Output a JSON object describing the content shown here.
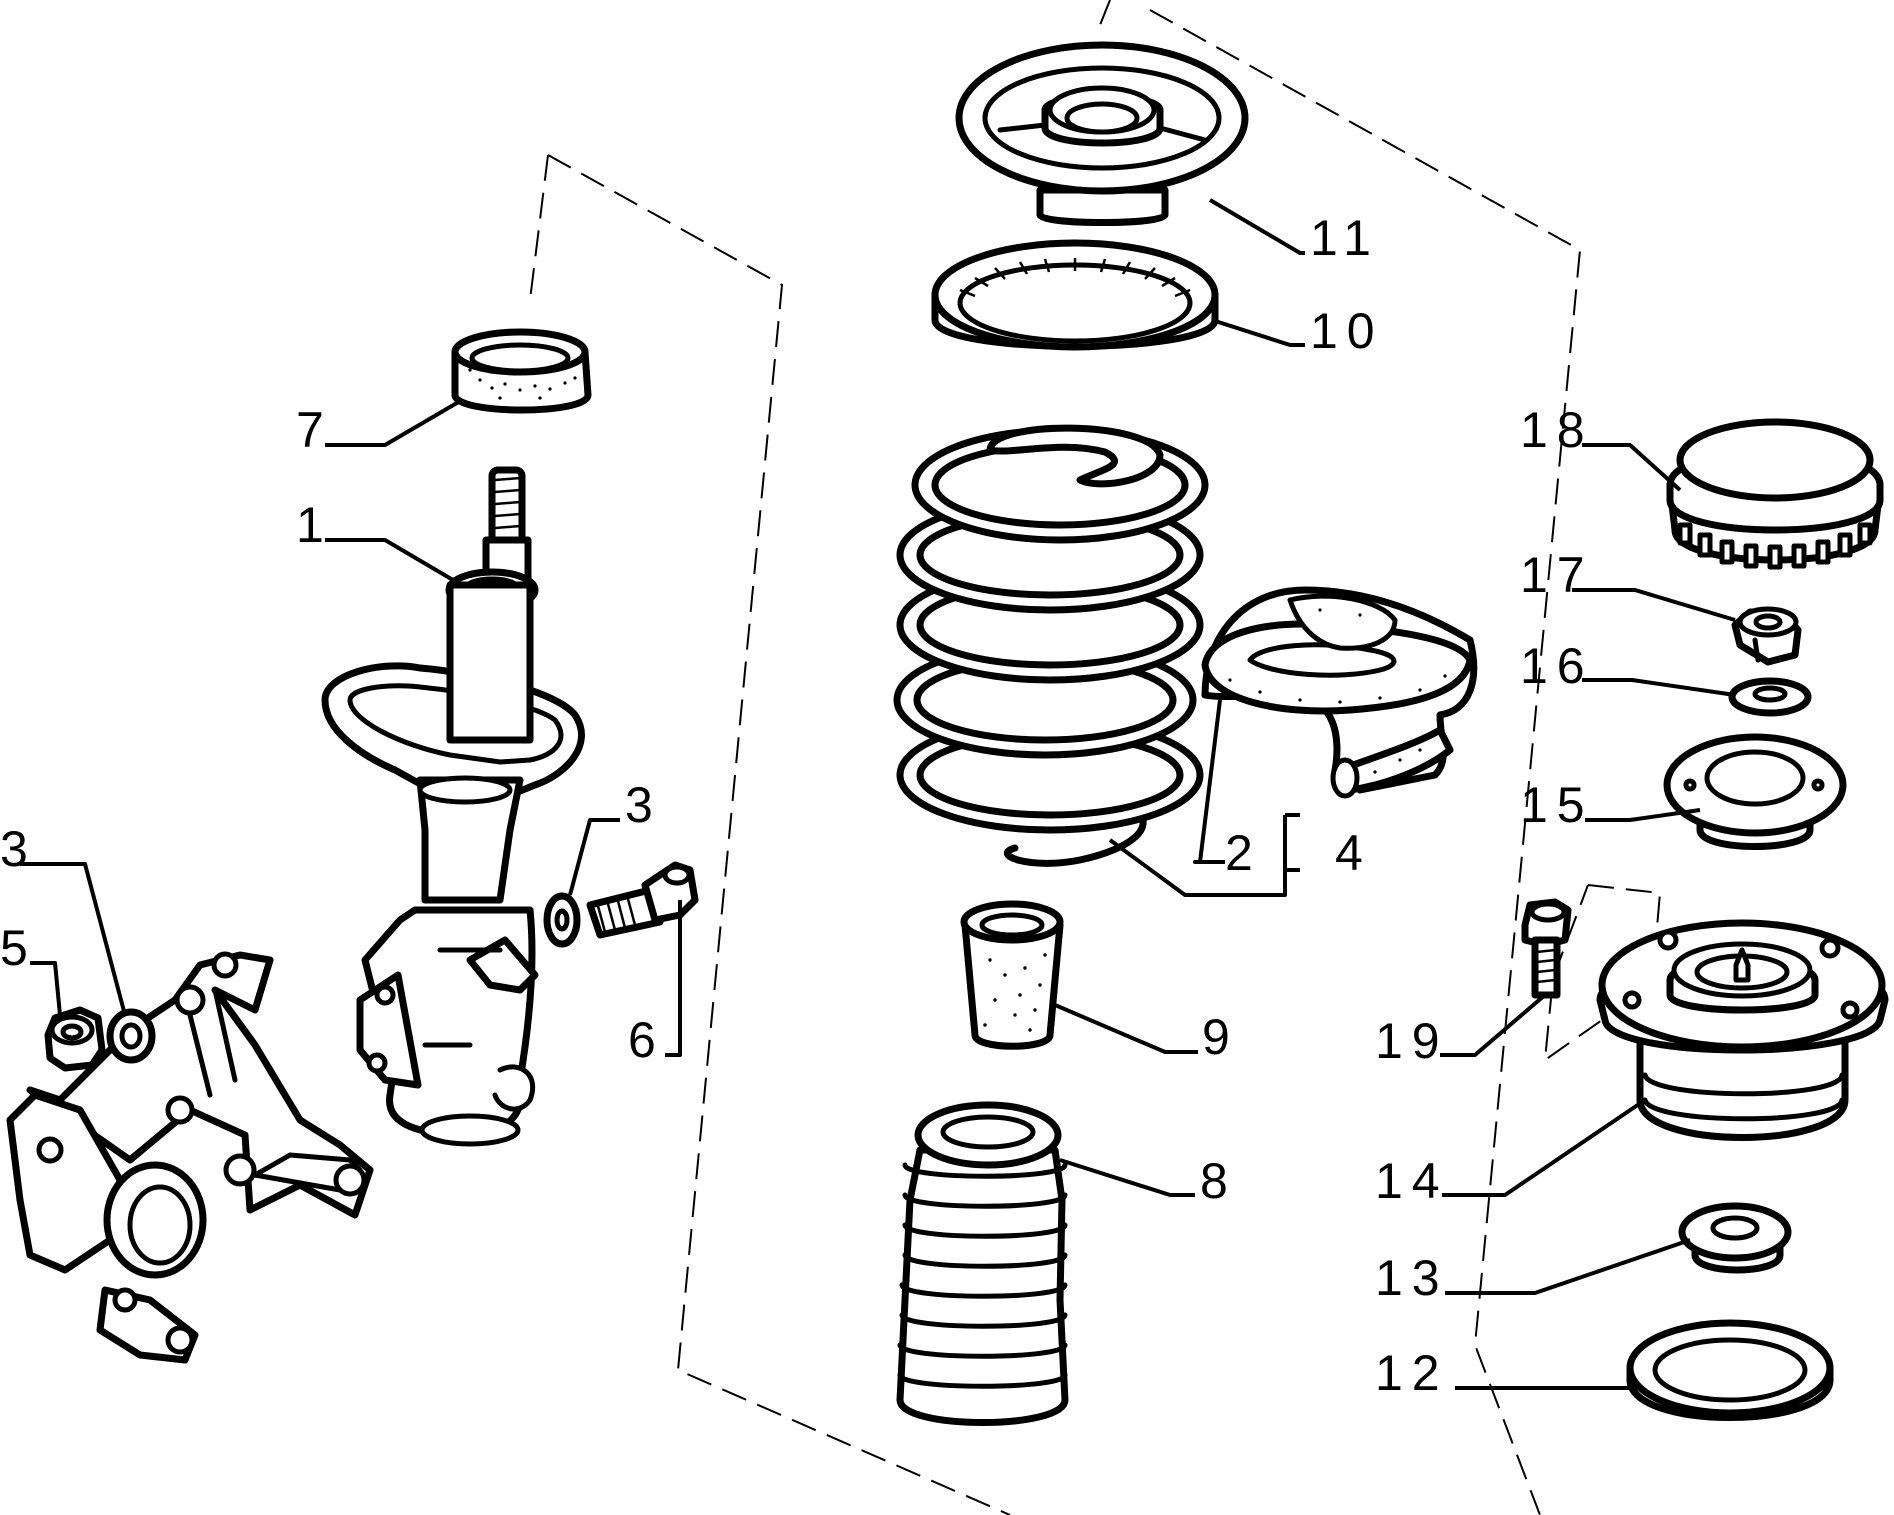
{
  "parts": {
    "p1": "1",
    "p2": "2",
    "p3a": "3",
    "p3b": "3",
    "p4": "4",
    "p5": "5",
    "p6": "6",
    "p7": "7",
    "p8": "8",
    "p9": "9",
    "p10": "10",
    "p11": "11",
    "p12": "12",
    "p13": "13",
    "p14": "14",
    "p15": "15",
    "p16": "16",
    "p17": "17",
    "p18": "18",
    "p19": "19"
  },
  "colors": {
    "ink": "#000000",
    "paper": "#ffffff"
  },
  "icons": [
    "shock-absorber-icon",
    "coil-spring-icon",
    "strut-mount-icon",
    "steering-knuckle-icon"
  ]
}
